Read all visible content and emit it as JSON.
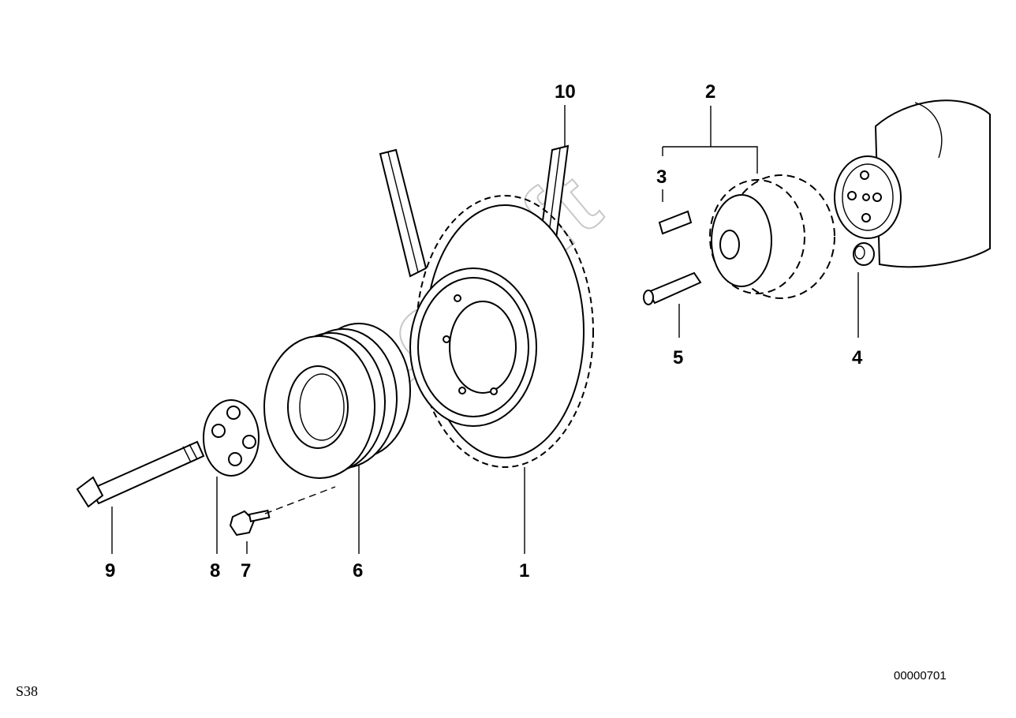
{
  "watermark": "AutoSoft",
  "corner_label": "S38",
  "diagram_id": "00000701",
  "part_labels": {
    "p1": "1",
    "p2": "2",
    "p3": "3",
    "p4": "4",
    "p5": "5",
    "p6": "6",
    "p7": "7",
    "p8": "8",
    "p9": "9",
    "p10": "10"
  },
  "colors": {
    "ink": "#000000",
    "watermark": "#c8c8c8",
    "background": "#ffffff"
  }
}
